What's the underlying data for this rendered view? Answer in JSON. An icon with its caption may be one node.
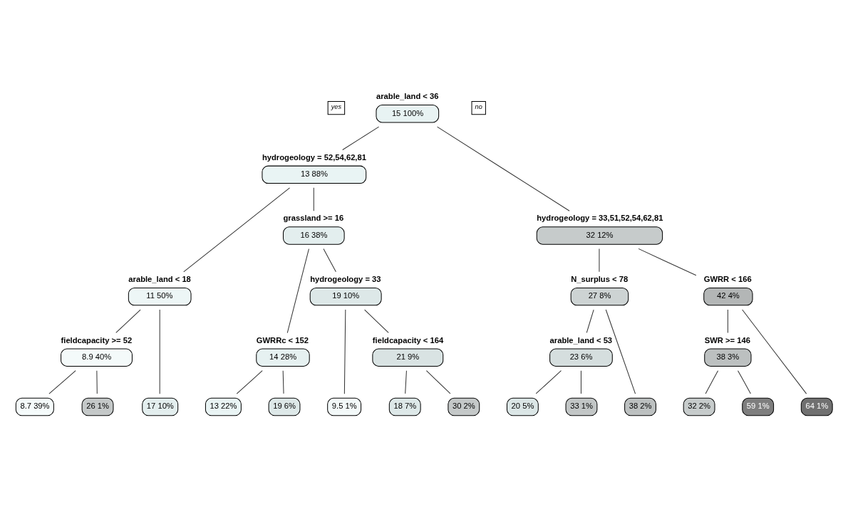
{
  "diagram": {
    "nodes": [
      {
        "text": [
          "arable_land < 36",
          "15 100%"
        ]
      },
      {
        "text": [
          "hydrogeology = 52,54,62,81",
          "13 88%"
        ]
      },
      {
        "text": [
          "arable_land < 18",
          "11 50%"
        ]
      },
      {
        "text": [
          "fieldcapacity >= 52",
          "8.9 40%"
        ]
      },
      {
        "text": [
          "8.7 39%"
        ]
      },
      {
        "text": [
          "26 1%"
        ]
      },
      {
        "text": [
          "17 10%"
        ]
      },
      {
        "text": [
          "grassland >= 16",
          "16 38%"
        ]
      },
      {
        "text": [
          "GWRRc < 152",
          "14 28%"
        ]
      },
      {
        "text": [
          "13 22%"
        ]
      },
      {
        "text": [
          "19 6%"
        ]
      },
      {
        "text": [
          "hydrogeology = 33",
          "19 10%"
        ]
      },
      {
        "text": [
          "9.5 1%"
        ]
      },
      {
        "text": [
          "fieldcapacity < 164",
          "21 9%"
        ]
      },
      {
        "text": [
          "18 7%"
        ]
      },
      {
        "text": [
          "30 2%"
        ]
      },
      {
        "text": [
          "hydrogeology = 33,51,52,54,62,81",
          "32 12%"
        ]
      },
      {
        "text": [
          "N_surplus < 78",
          "27 8%"
        ]
      },
      {
        "text": [
          "arable_land < 53",
          "23 6%"
        ]
      },
      {
        "text": [
          "20 5%"
        ]
      },
      {
        "text": [
          "33 1%"
        ]
      },
      {
        "text": [
          "38 2%"
        ]
      },
      {
        "text": [
          "GWRR < 166",
          "42 4%"
        ]
      },
      {
        "text": [
          "SWR >= 146",
          "38 3%"
        ]
      },
      {
        "text": [
          "32 2%"
        ]
      },
      {
        "text": [
          "59 1%"
        ]
      },
      {
        "text": [
          "64 1%"
        ]
      }
    ],
    "edges": [
      {
        "from": 0,
        "to": 1,
        "arrow": "none"
      },
      {
        "from": 0,
        "to": 16,
        "arrow": "none"
      },
      {
        "from": 1,
        "to": 2,
        "arrow": "none"
      },
      {
        "from": 1,
        "to": 7,
        "arrow": "none"
      },
      {
        "from": 2,
        "to": 3,
        "arrow": "none"
      },
      {
        "from": 2,
        "to": 6,
        "arrow": "none"
      },
      {
        "from": 3,
        "to": 4,
        "arrow": "none"
      },
      {
        "from": 3,
        "to": 5,
        "arrow": "none"
      },
      {
        "from": 7,
        "to": 8,
        "arrow": "none"
      },
      {
        "from": 7,
        "to": 11,
        "arrow": "none"
      },
      {
        "from": 8,
        "to": 9,
        "arrow": "none"
      },
      {
        "from": 8,
        "to": 10,
        "arrow": "none"
      },
      {
        "from": 11,
        "to": 12,
        "arrow": "none"
      },
      {
        "from": 11,
        "to": 13,
        "arrow": "none"
      },
      {
        "from": 13,
        "to": 14,
        "arrow": "none"
      },
      {
        "from": 13,
        "to": 15,
        "arrow": "none"
      },
      {
        "from": 16,
        "to": 17,
        "arrow": "none"
      },
      {
        "from": 16,
        "to": 22,
        "arrow": "none"
      },
      {
        "from": 17,
        "to": 18,
        "arrow": "none"
      },
      {
        "from": 17,
        "to": 21,
        "arrow": "none"
      },
      {
        "from": 18,
        "to": 19,
        "arrow": "none"
      },
      {
        "from": 18,
        "to": 20,
        "arrow": "none"
      },
      {
        "from": 22,
        "to": 23,
        "arrow": "none"
      },
      {
        "from": 22,
        "to": 26,
        "arrow": "none"
      },
      {
        "from": 23,
        "to": 24,
        "arrow": "none"
      },
      {
        "from": 23,
        "to": 25,
        "arrow": "none"
      }
    ],
    "labels": [
      "yes",
      "no"
    ]
  }
}
